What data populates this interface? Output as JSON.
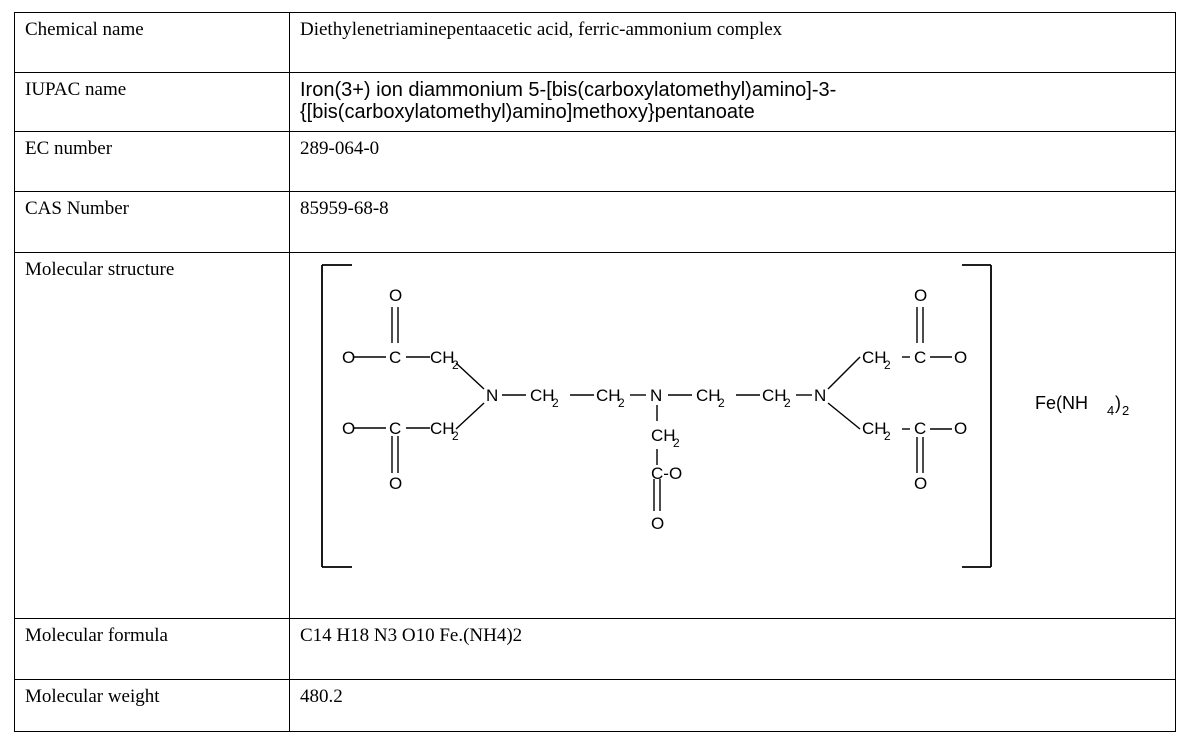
{
  "rows": [
    {
      "label": "Chemical name",
      "value": "Diethylenetriaminepentaacetic acid, ferric-ammonium complex"
    },
    {
      "label": "IUPAC name",
      "value_line1": "Iron(3+) ion diammonium 5-[bis(carboxylatomethyl)amino]-3-",
      "value_line2": "{[bis(carboxylatomethyl)amino]methoxy}pentanoate"
    },
    {
      "label": "EC number",
      "value": "289-064-0"
    },
    {
      "label": "CAS Number",
      "value": "85959-68-8"
    },
    {
      "label": "Molecular structure"
    },
    {
      "label": "Molecular formula",
      "value": "C14 H18 N3 O10 Fe.(NH4)2"
    },
    {
      "label": "Molecular weight",
      "value": "480.2"
    }
  ],
  "structure": {
    "atoms": {
      "O": "O",
      "C": "C",
      "N": "N",
      "CH": "CH",
      "sub2": "2",
      "CO": "C-O",
      "Fe": "Fe(NH",
      "sub4": "4",
      "close": ")"
    }
  }
}
